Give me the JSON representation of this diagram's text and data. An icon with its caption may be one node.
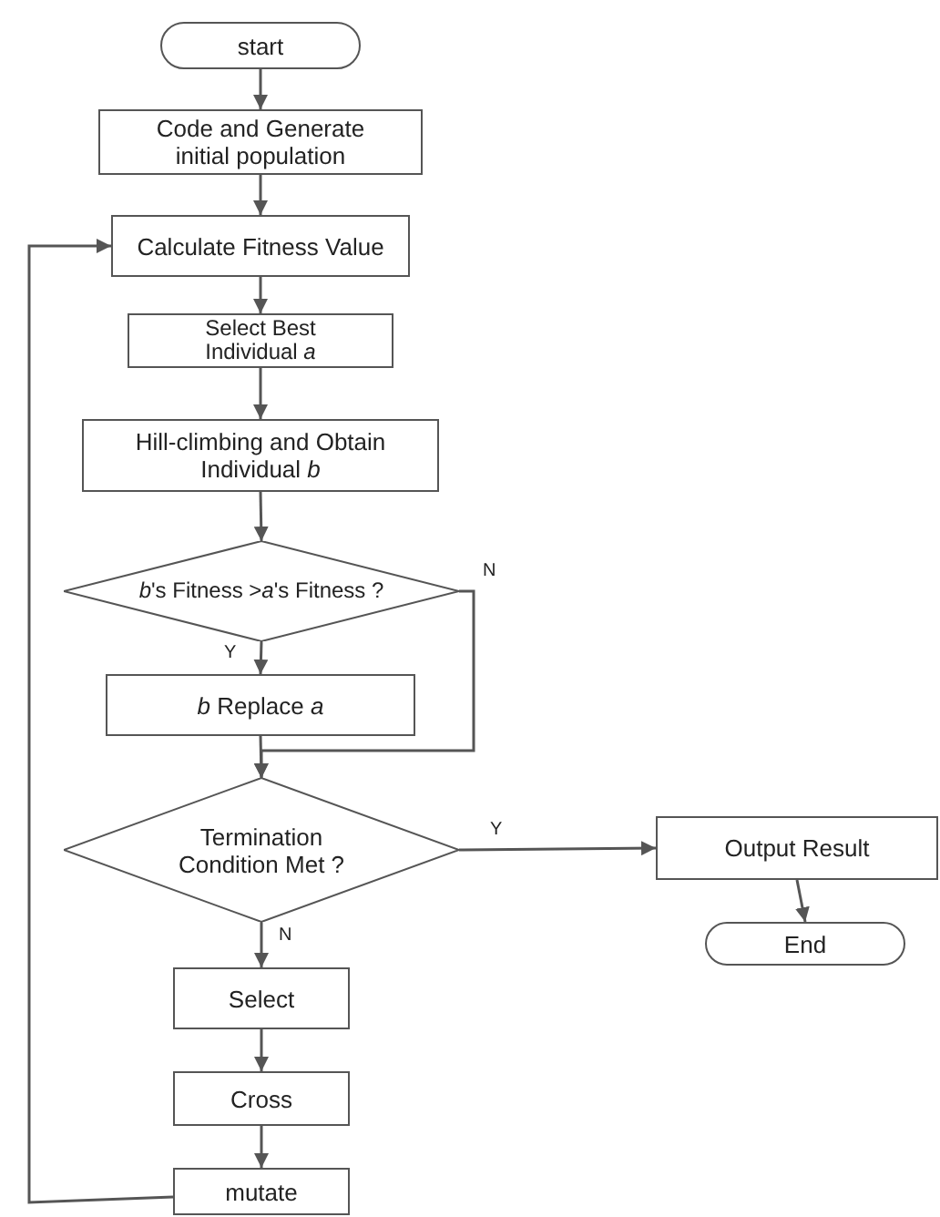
{
  "diagram": {
    "nodes": [
      {
        "text": [
          "start"
        ]
      },
      {
        "text": [
          "Code and Generate initial population"
        ]
      },
      {
        "text": [
          "Calculate Fitness Value"
        ]
      },
      {
        "text": [
          "Select Best Individual *a*"
        ]
      },
      {
        "text": [
          "Hill-climbing and Obtain Individual *b*"
        ]
      },
      {
        "text": [
          "*b*'s Fitness >*a*'s Fitness ?"
        ]
      },
      {
        "text": [
          "*b* Replace *a*"
        ]
      },
      {
        "text": [
          "Termination Condition Met ?"
        ]
      },
      {
        "text": [
          "Output Result"
        ]
      },
      {
        "text": [
          "End"
        ]
      },
      {
        "text": [
          "Select"
        ]
      },
      {
        "text": [
          "Cross"
        ]
      },
      {
        "text": [
          "mutate"
        ]
      }
    ],
    "edges": [
      {
        "from": 0,
        "to": 1,
        "arrow": "to"
      },
      {
        "from": 1,
        "to": 2,
        "arrow": "to"
      },
      {
        "from": 2,
        "to": 3,
        "arrow": "to"
      },
      {
        "from": 3,
        "to": 4,
        "arrow": "to"
      },
      {
        "from": 4,
        "to": 5,
        "arrow": "to"
      },
      {
        "from": 5,
        "to": 6,
        "arrow": "to",
        "label": "Y"
      },
      {
        "from": 5,
        "to": 7,
        "arrow": "to",
        "label": "N"
      },
      {
        "from": 6,
        "to": 7,
        "arrow": "to"
      },
      {
        "from": 7,
        "to": 8,
        "arrow": "to",
        "label": "Y"
      },
      {
        "from": 8,
        "to": 9,
        "arrow": "to"
      },
      {
        "from": 7,
        "to": 10,
        "arrow": "to",
        "label": "N"
      },
      {
        "from": 10,
        "to": 11,
        "arrow": "to"
      },
      {
        "from": 11,
        "to": 12,
        "arrow": "to"
      },
      {
        "from": 12,
        "to": 2,
        "arrow": "to"
      }
    ]
  }
}
